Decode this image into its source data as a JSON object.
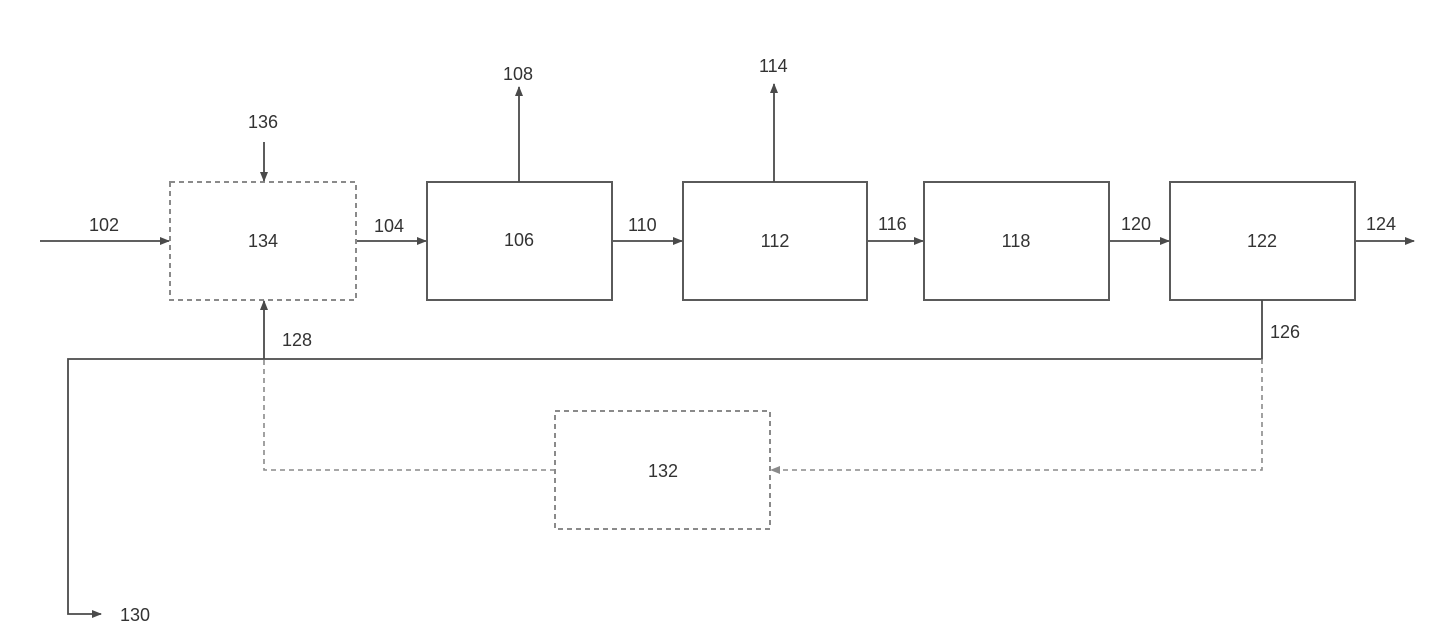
{
  "blocks": {
    "b134": "134",
    "b106": "106",
    "b112": "112",
    "b118": "118",
    "b122": "122",
    "b132": "132"
  },
  "streams": {
    "s102": "102",
    "s104": "104",
    "s108": "108",
    "s110": "110",
    "s114": "114",
    "s116": "116",
    "s120": "120",
    "s124": "124",
    "s126": "126",
    "s128": "128",
    "s130": "130",
    "s136": "136"
  },
  "colors": {
    "solid_line": "#4a4a4a",
    "dashed_line": "#8a8a8a"
  }
}
